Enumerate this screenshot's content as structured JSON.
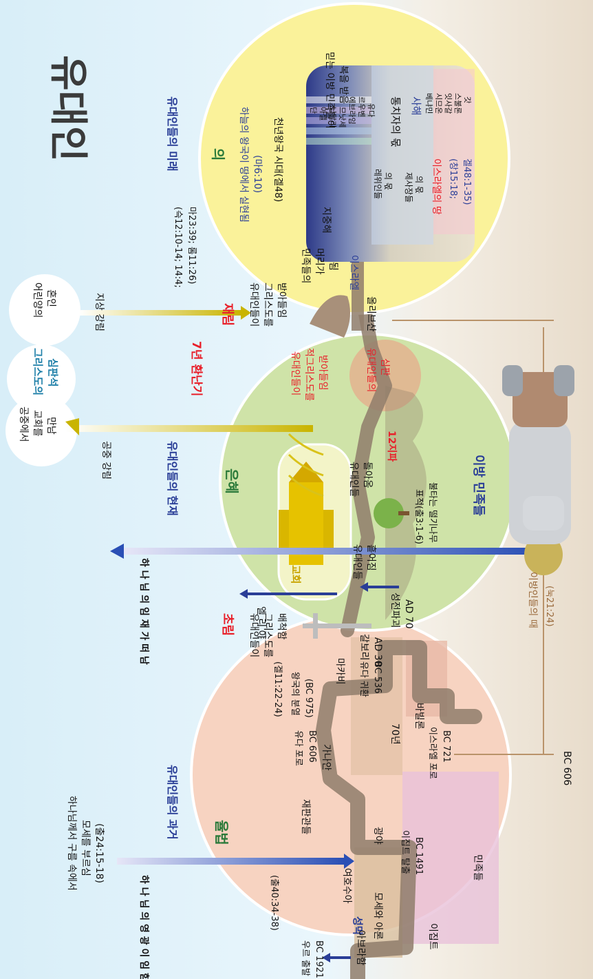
{
  "title": "유대인",
  "colors": {
    "red": "#e8202a",
    "blue": "#2a3e97",
    "green": "#2b7a3a",
    "teal": "#1e7fa8",
    "brown": "#9a6a3c",
    "gold": "#c9a400",
    "black": "#111111"
  },
  "sections": {
    "past": {
      "title": "유대인들의 과거",
      "subtitle": "율법"
    },
    "present": {
      "title": "유대인들의 현재",
      "subtitle": "은혜"
    },
    "future": {
      "title": "유대인들의 미래",
      "subtitle": "의"
    }
  },
  "events": {
    "first_coming": "초림",
    "second_coming": "재림",
    "tribulation": "7년 환난기",
    "rapture": "공중 강림",
    "descent": "지상 강림",
    "calvary": "갈보리",
    "calvary_date": "AD 30",
    "temple_destroyed": "성전파괴",
    "temple_date": "AD 70",
    "rejected_christ": [
      "유대인들이",
      "그리스도를",
      "배척함"
    ],
    "received_christ": [
      "유대인들이",
      "그리스도를",
      "받아들임"
    ],
    "received_antichrist": [
      "유대인들이",
      "적그리스도를",
      "받아들임"
    ],
    "judgment_of_jews": [
      "유대인들의",
      "심판"
    ],
    "jews_scattered": [
      "유대인들",
      "흩어짐"
    ],
    "jews_return": [
      "유대인들",
      "돌아옴"
    ],
    "fig_tree_sign": "표적(출3:1-6)",
    "burning_bush": "불타는 떨기나무",
    "church": "교회",
    "gentiles": "이방 민족들",
    "twelve_tribes": "12지파",
    "meet_in_air": [
      "공중에서",
      "교회를",
      "만남"
    ],
    "judgment_seat": [
      "그리스도의",
      "심판석"
    ],
    "lamb_marriage": [
      "어린양의",
      "혼인"
    ],
    "zech_ref": [
      "(슥12:10-14; 14:4;",
      "마23:39; 롬11:26)"
    ],
    "head_of_nations": [
      "민족들의",
      "머리가",
      "됨"
    ],
    "israel": "이스라엘",
    "mount_olives": "올리브산"
  },
  "kingdom": {
    "verse": [
      "하늘의 왕국이 땅에서 실현됨",
      "(마6:10)"
    ],
    "millennium": "천년왕국 시대(겔48)",
    "gentiles_receiving": [
      "믿는 이방 민족들이",
      "복을 받음"
    ],
    "mediterranean": [
      "지",
      "중",
      "해"
    ],
    "tribes_top": [
      "단",
      "아셀",
      "납달리",
      "므낫세",
      "에브라임",
      "르우벤",
      "유다"
    ],
    "levites": [
      "레위인들",
      "의 몫"
    ],
    "priests": [
      "제사장들",
      "의 몫"
    ],
    "prince": "통치자의 몫",
    "dead_sea": "사해",
    "tribes_bottom": [
      "베냐민",
      "시므온",
      "잇사갈",
      "스불론",
      "갓"
    ],
    "land_of_israel": "이스라엘의 땅",
    "land_ref": [
      "(창15:18;",
      "겔48:1-35)"
    ]
  },
  "past_items": {
    "abraham": "아브라함",
    "ur": [
      "우르 출발",
      "BC 1921"
    ],
    "glory_in": [
      "하",
      "나",
      "님",
      "의",
      " ",
      "영",
      "광",
      "이",
      " ",
      "임",
      "함"
    ],
    "glory_ref": "(출40:34-38)",
    "god_called": [
      "하나님께서 구름 속에서",
      "모세를 부르심",
      "(출24:15-18)"
    ],
    "wilderness": "광야",
    "desert": "성막",
    "moses_aaron": "모세와 아론",
    "joshua": "여호수아",
    "exodus": [
      "이집트 탈출",
      "BC 1491"
    ],
    "egypt": "이집트",
    "nations": "민족들",
    "judges": "재판관들",
    "canaan": "가나안",
    "elijah": [
      "엘",
      "리",
      "야"
    ],
    "kingdom_split": [
      "왕국의 분열",
      "(BC 975)"
    ],
    "glory_out": [
      "하",
      "나",
      "님",
      "의",
      " ",
      "임",
      "재",
      "가",
      " ",
      "떠",
      "남"
    ],
    "glory_out_ref": "(겔11:22-24)",
    "judah_captivity": [
      "유다 포로",
      "BC 606"
    ],
    "babylon": "바빌론",
    "seventy_years": "70년",
    "israel_captivity": [
      "이스라엘 포로",
      "BC 721"
    ],
    "judah_return": [
      "유다 귀환",
      "BC 536"
    ],
    "maccabees": "마카비",
    "bc606": "BC 606",
    "times_gentiles": "이방인들의 때",
    "luke_ref": "(눅21:24)"
  }
}
